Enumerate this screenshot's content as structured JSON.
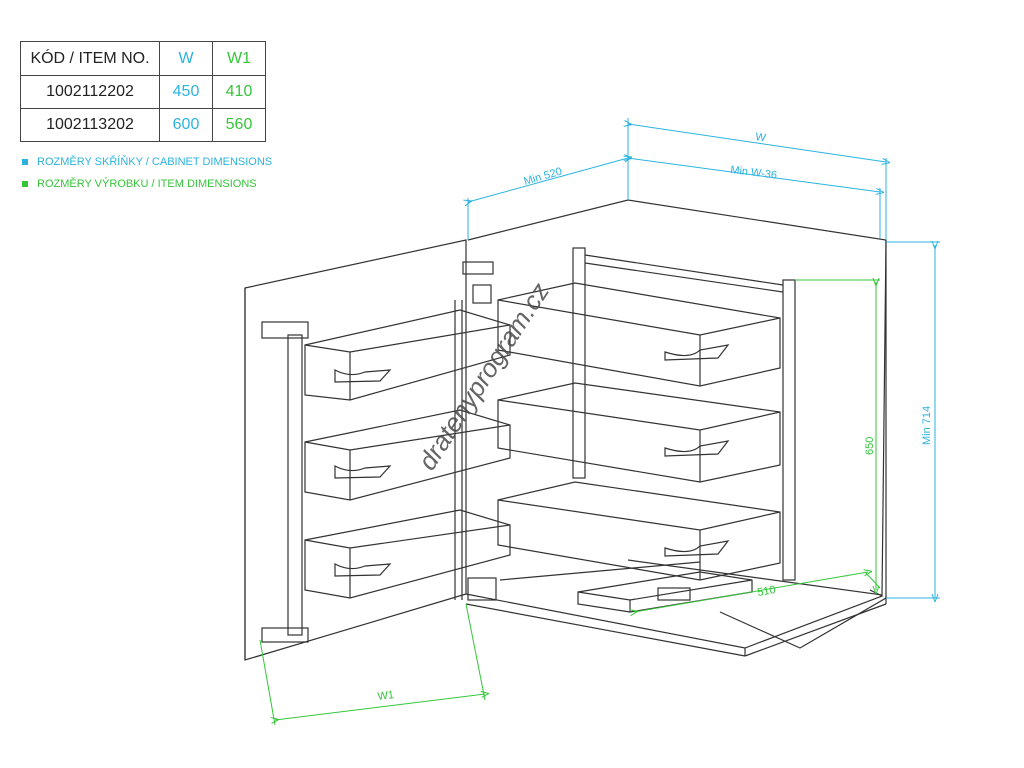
{
  "table": {
    "headers": {
      "code": "KÓD / ITEM NO.",
      "w": "W",
      "w1": "W1"
    },
    "rows": [
      {
        "code": "1002112202",
        "w": "450",
        "w1": "410"
      },
      {
        "code": "1002113202",
        "w": "600",
        "w1": "560"
      }
    ]
  },
  "legend": {
    "cabinet": {
      "label": "ROZMĚRY SKŘÍŇKY / CABINET DIMENSIONS",
      "color": "#2bb3e0"
    },
    "item": {
      "label": "ROZMĚRY VÝROBKU / ITEM DIMENSIONS",
      "color": "#35c63a"
    }
  },
  "dimensions": {
    "w": "W",
    "min_w_36": "Min W-36",
    "min_520": "Min 520",
    "min_714": "Min 714",
    "h_650": "650",
    "d_510": "510",
    "w1": "W1"
  },
  "watermark": "dratenyprogram.cz"
}
